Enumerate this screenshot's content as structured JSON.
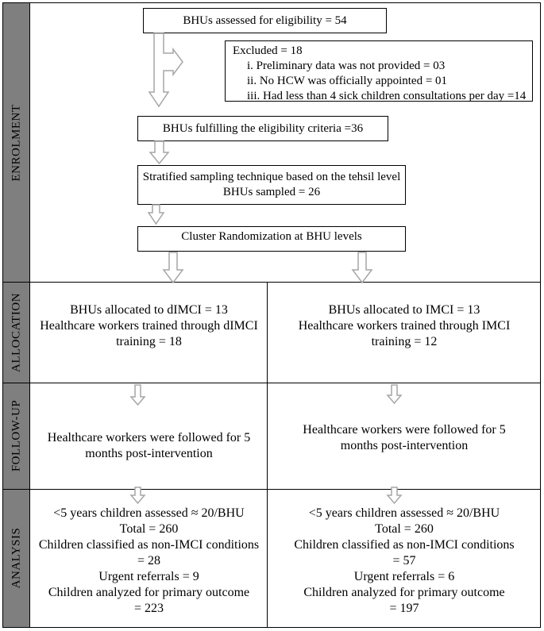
{
  "phases": {
    "enrolment": "ENROLMENT",
    "allocation": "ALLOCATION",
    "follow_up": "FOLLOW-UP",
    "analysis": "ANALYSIS"
  },
  "enrolment": {
    "assessed": "BHUs assessed for eligibility = 54",
    "excluded": {
      "title": "Excluded = 18",
      "items": [
        "i. Preliminary data was not provided = 03",
        "ii. No HCW was officially appointed = 01",
        "iii. Had less than 4 sick children consultations per day =14"
      ]
    },
    "eligible": "BHUs fulfilling the eligibility criteria =36",
    "sampling": {
      "line1": "Stratified sampling technique based on the tehsil level",
      "line2": "BHUs sampled = 26"
    },
    "randomization": "Cluster Randomization at BHU levels"
  },
  "allocation": {
    "left": {
      "line1": "BHUs allocated to dIMCI = 13",
      "line2": "Healthcare workers trained through dIMCI",
      "line3": "training = 18"
    },
    "right": {
      "line1": "BHUs allocated to IMCI = 13",
      "line2": "Healthcare workers trained through IMCI",
      "line3": "training = 12"
    }
  },
  "follow_up": {
    "left": {
      "line1": "Healthcare workers were followed for 5",
      "line2": "months post-intervention"
    },
    "right": {
      "line1": "Healthcare workers were followed for 5",
      "line2": "months post-intervention"
    }
  },
  "analysis": {
    "left": {
      "line1": "<5 years children assessed ≈ 20/BHU",
      "line2": "Total = 260",
      "line3": "Children classified as non-IMCI conditions",
      "line4": "= 28",
      "line5": "Urgent referrals = 9",
      "line6": "Children analyzed for primary outcome",
      "line7": "= 223"
    },
    "right": {
      "line1": "<5 years children assessed ≈ 20/BHU",
      "line2": "Total = 260",
      "line3": "Children classified as non-IMCI conditions",
      "line4": "= 57",
      "line5": "Urgent referrals = 6",
      "line6": "Children analyzed for primary outcome",
      "line7": "= 197"
    }
  },
  "colors": {
    "sidebar": "#7f7f7f",
    "arrow_outline": "#a6a6a6"
  }
}
